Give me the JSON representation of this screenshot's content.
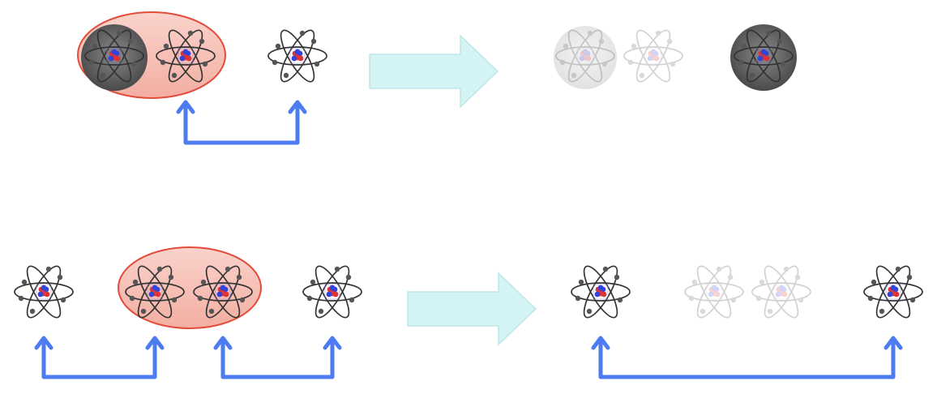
{
  "diagram": {
    "colors": {
      "background": "#ffffff",
      "group_fill": "#f7bdb3",
      "group_stroke": "#e34b3a",
      "shade_dark": "#5b5b5b",
      "shade_faded": "#e9e9e9",
      "link_arrow": "#4d7bf0",
      "transition_arrow_fill": "#d4f3f4",
      "transition_arrow_stroke": "#bfe6e8",
      "orbit": "#333333",
      "electron": "#555555",
      "nucleus_red": "#e03333",
      "nucleus_blue": "#3344dd"
    },
    "icons": {
      "atom": "atom-icon",
      "arrow": "right-arrow-icon"
    },
    "rows": [
      {
        "before": {
          "atoms": [
            {
              "state": "shaded",
              "grouped": true
            },
            {
              "state": "normal",
              "grouped": true
            },
            {
              "state": "normal",
              "grouped": false
            }
          ],
          "links": [
            [
              1,
              2
            ]
          ]
        },
        "after": {
          "atoms": [
            {
              "state": "faded-shaded"
            },
            {
              "state": "faded"
            },
            {
              "state": "shaded"
            }
          ],
          "links": []
        }
      },
      {
        "before": {
          "atoms": [
            {
              "state": "normal",
              "grouped": false
            },
            {
              "state": "normal",
              "grouped": true
            },
            {
              "state": "normal",
              "grouped": true
            },
            {
              "state": "normal",
              "grouped": false
            }
          ],
          "links": [
            [
              0,
              1
            ],
            [
              2,
              3
            ]
          ]
        },
        "after": {
          "atoms": [
            {
              "state": "normal"
            },
            {
              "state": "faded"
            },
            {
              "state": "faded"
            },
            {
              "state": "normal"
            }
          ],
          "links": [
            [
              0,
              3
            ]
          ]
        }
      }
    ]
  }
}
